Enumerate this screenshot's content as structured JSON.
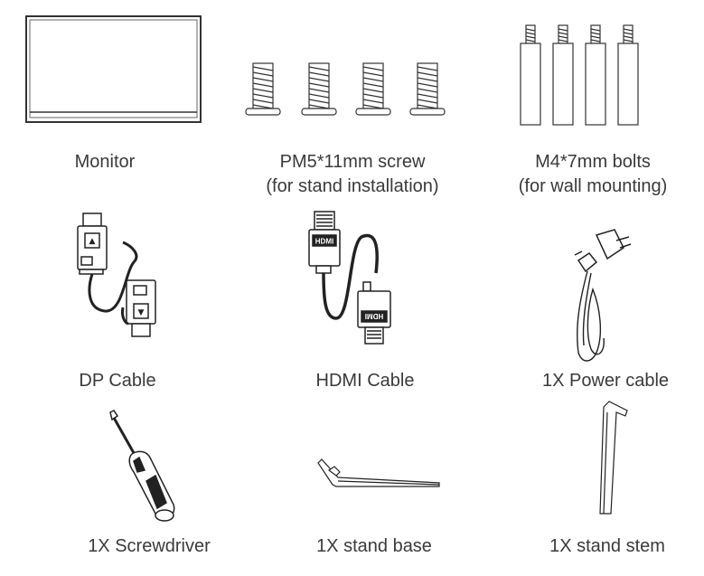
{
  "items": [
    {
      "label": "Monitor"
    },
    {
      "label": "PM5*11mm screw",
      "sublabel": "(for stand installation)"
    },
    {
      "label": "M4*7mm bolts",
      "sublabel": "(for wall mounting)"
    },
    {
      "label": "DP Cable"
    },
    {
      "label": "HDMI Cable",
      "connector_text": "HDMI"
    },
    {
      "label": "1X Power cable"
    },
    {
      "label": "1X Screwdriver"
    },
    {
      "label": "1X stand base"
    },
    {
      "label": "1X stand stem"
    }
  ]
}
